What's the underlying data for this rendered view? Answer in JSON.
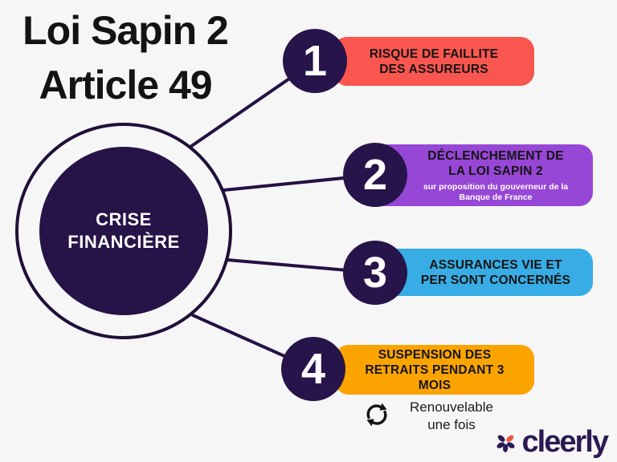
{
  "background": "#f7f6f7",
  "title": {
    "lines": [
      "Loi Sapin 2",
      "Article 49"
    ]
  },
  "center": {
    "lines": [
      "CRISE",
      "FINANCIÈRE"
    ],
    "fill": "#261347",
    "ring_color": "#1f1038"
  },
  "connector_color": "#241245",
  "number_circle_color": "#27144a",
  "items": [
    {
      "number": "1",
      "lines": [
        "RISQUE DE FAILLITE",
        "DES ASSUREURS"
      ],
      "color": "#f9564f"
    },
    {
      "number": "2",
      "lines": [
        "DÉCLENCHEMENT DE",
        "LA LOI SAPIN 2"
      ],
      "sub_lines": [
        "sur proposition du gouverneur de la",
        "Banque de France"
      ],
      "color": "#9747d6"
    },
    {
      "number": "3",
      "lines": [
        "ASSURANCES VIE ET",
        "PER SONT CONCERNÉS"
      ],
      "color": "#38ace4"
    },
    {
      "number": "4",
      "lines": [
        "SUSPENSION DES",
        "RETRAITS PENDANT 3",
        "MOIS"
      ],
      "color": "#fba400"
    }
  ],
  "note": {
    "lines": [
      "Renouvelable",
      "une fois"
    ],
    "icon": "refresh-arrows-icon"
  },
  "logo": {
    "text": "cleerly",
    "icon": "asterisk-icon",
    "text_color": "#2b1b52",
    "accent_color": "#f4533f"
  }
}
